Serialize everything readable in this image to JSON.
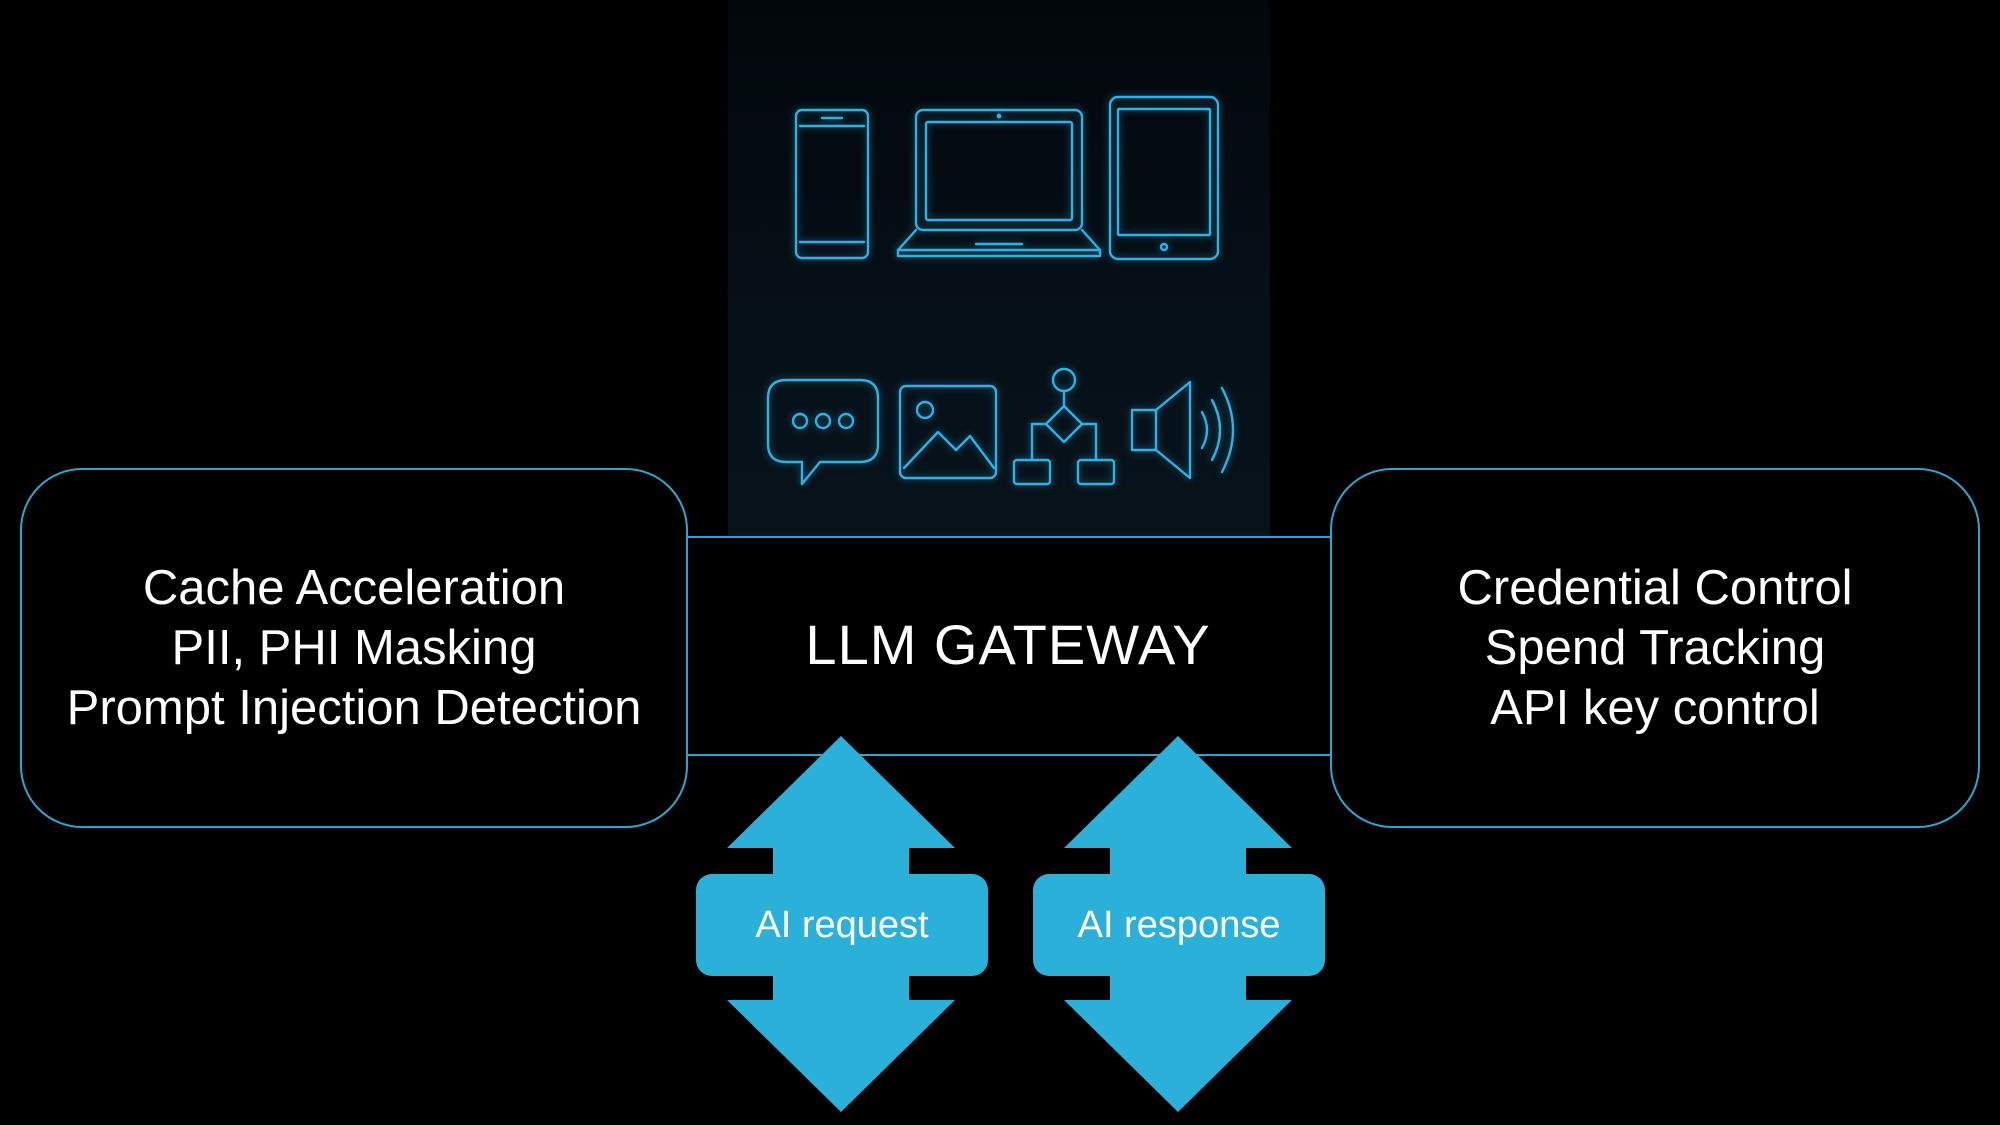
{
  "diagram": {
    "left_features": [
      "Cache Acceleration",
      "PII, PHI Masking",
      "Prompt Injection Detection"
    ],
    "center_title": "LLM GATEWAY",
    "right_features": [
      "Credential Control",
      "Spend Tracking",
      "API key control"
    ],
    "flows": [
      {
        "label": "AI request"
      },
      {
        "label": "AI response"
      }
    ],
    "device_icons": [
      "smartphone-icon",
      "laptop-icon",
      "tablet-icon"
    ],
    "content_icons": [
      "chat-bubble-icon",
      "image-icon",
      "flowchart-icon",
      "speaker-icon"
    ]
  },
  "colors": {
    "background": "#000000",
    "accent_line": "#2aa6cf",
    "arrow_fill": "#2bb0d9",
    "icon_stroke": "#2bb3e6",
    "text": "#ffffff"
  }
}
